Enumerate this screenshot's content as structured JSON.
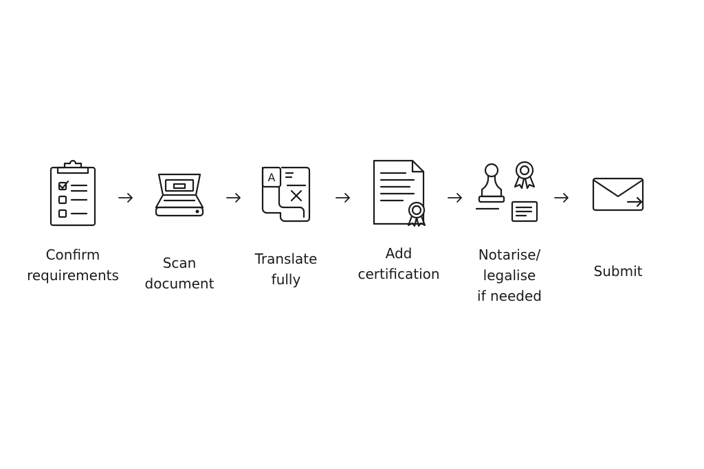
{
  "steps": [
    {
      "lines": [
        "Confirm",
        "requirements"
      ],
      "icon": "clipboard-checklist-icon"
    },
    {
      "lines": [
        "Scan",
        "document"
      ],
      "icon": "scanner-icon"
    },
    {
      "lines": [
        "Translate",
        "fully"
      ],
      "icon": "translate-icon"
    },
    {
      "lines": [
        "Add",
        "certification"
      ],
      "icon": "certificate-document-icon"
    },
    {
      "lines": [
        "Notarise/",
        "legalise",
        "if needed"
      ],
      "icon": "stamp-seal-icon"
    },
    {
      "lines": [
        "Submit"
      ],
      "icon": "envelope-send-icon"
    }
  ],
  "arrow_icon": "arrow-right-icon",
  "colors": {
    "ink": "#1a1a1a",
    "background": "#ffffff"
  }
}
